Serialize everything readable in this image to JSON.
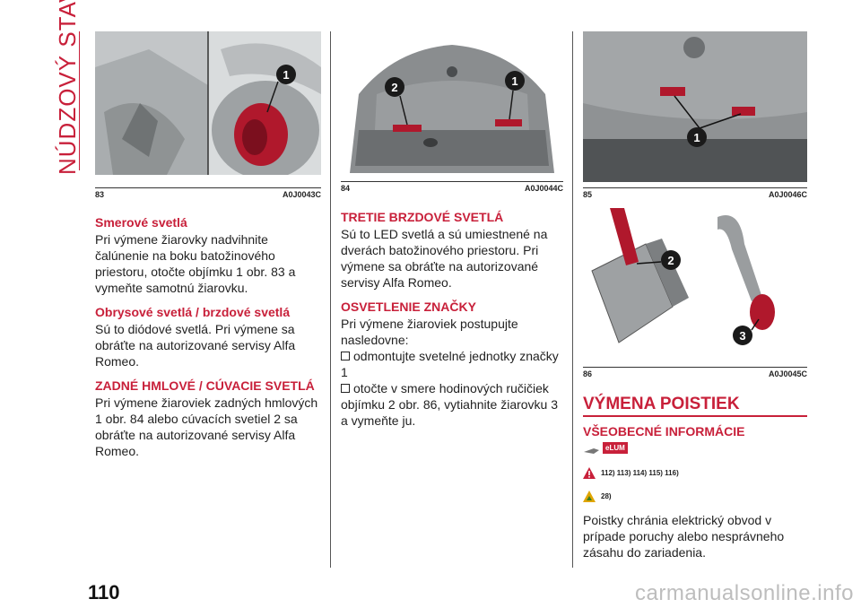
{
  "section_title": "NÚDZOVÝ STAV",
  "figures": [
    {
      "number": "83",
      "code": "A0J0043C",
      "callouts": [
        "1"
      ]
    },
    {
      "number": "84",
      "code": "A0J0044C",
      "callouts": [
        "2",
        "1"
      ]
    },
    {
      "number": "85",
      "code": "A0J0046C",
      "callouts": [
        "1"
      ]
    },
    {
      "number": "86",
      "code": "A0J0045C",
      "callouts": [
        "2",
        "3"
      ]
    }
  ],
  "col1": {
    "h1": "Smerové svetlá",
    "p1": "Pri výmene žiarovky nadvihnite čalúnenie na boku batožinového priestoru, otočte objímku 1 obr. 83 a vymeňte samotnú žiarovku.",
    "h2": "Obrysové svetlá / brzdové svetlá",
    "p2": "Sú to diódové svetlá. Pri výmene sa obráťte na autorizované servisy Alfa Romeo.",
    "h3": "ZADNÉ HMLOVÉ / CÚVACIE SVETLÁ",
    "p3": "Pri výmene žiaroviek zadných hmlových 1 obr. 84 alebo cúvacích svetiel 2 sa obráťte na autorizované servisy Alfa Romeo."
  },
  "col2": {
    "h1": "TRETIE BRZDOVÉ SVETLÁ",
    "p1": "Sú to LED svetlá a sú umiestnené na dverách batožinového priestoru. Pri výmene sa obráťte na autorizované servisy Alfa Romeo.",
    "h2": "OSVETLENIE ZNAČKY",
    "p2": "Pri výmene žiaroviek postupujte nasledovne:",
    "step1": "odmontujte svetelné jednotky značky",
    "step1_tail": "1",
    "step2": "otočte v smere hodinových ručičiek objímku 2 obr. 86, vytiahnite žiarovku 3 a vymeňte ju."
  },
  "col3": {
    "title": "VÝMENA POISTIEK",
    "subtitle": "VŠEOBECNÉ INFORMÁCIE",
    "elum_badge": "eLUM",
    "warning_refs": "112) 113) 114) 115) 116)",
    "note_refs": "28)",
    "p1": "Poistky chránia elektrický obvod v prípade poruchy alebo nesprávneho zásahu do zariadenia."
  },
  "page_number": "110",
  "watermark": "carmanualsonline.info",
  "colors": {
    "accent": "#c8203a",
    "photo_gray": "#7d7f80",
    "lamp_red": "#b0182c"
  }
}
